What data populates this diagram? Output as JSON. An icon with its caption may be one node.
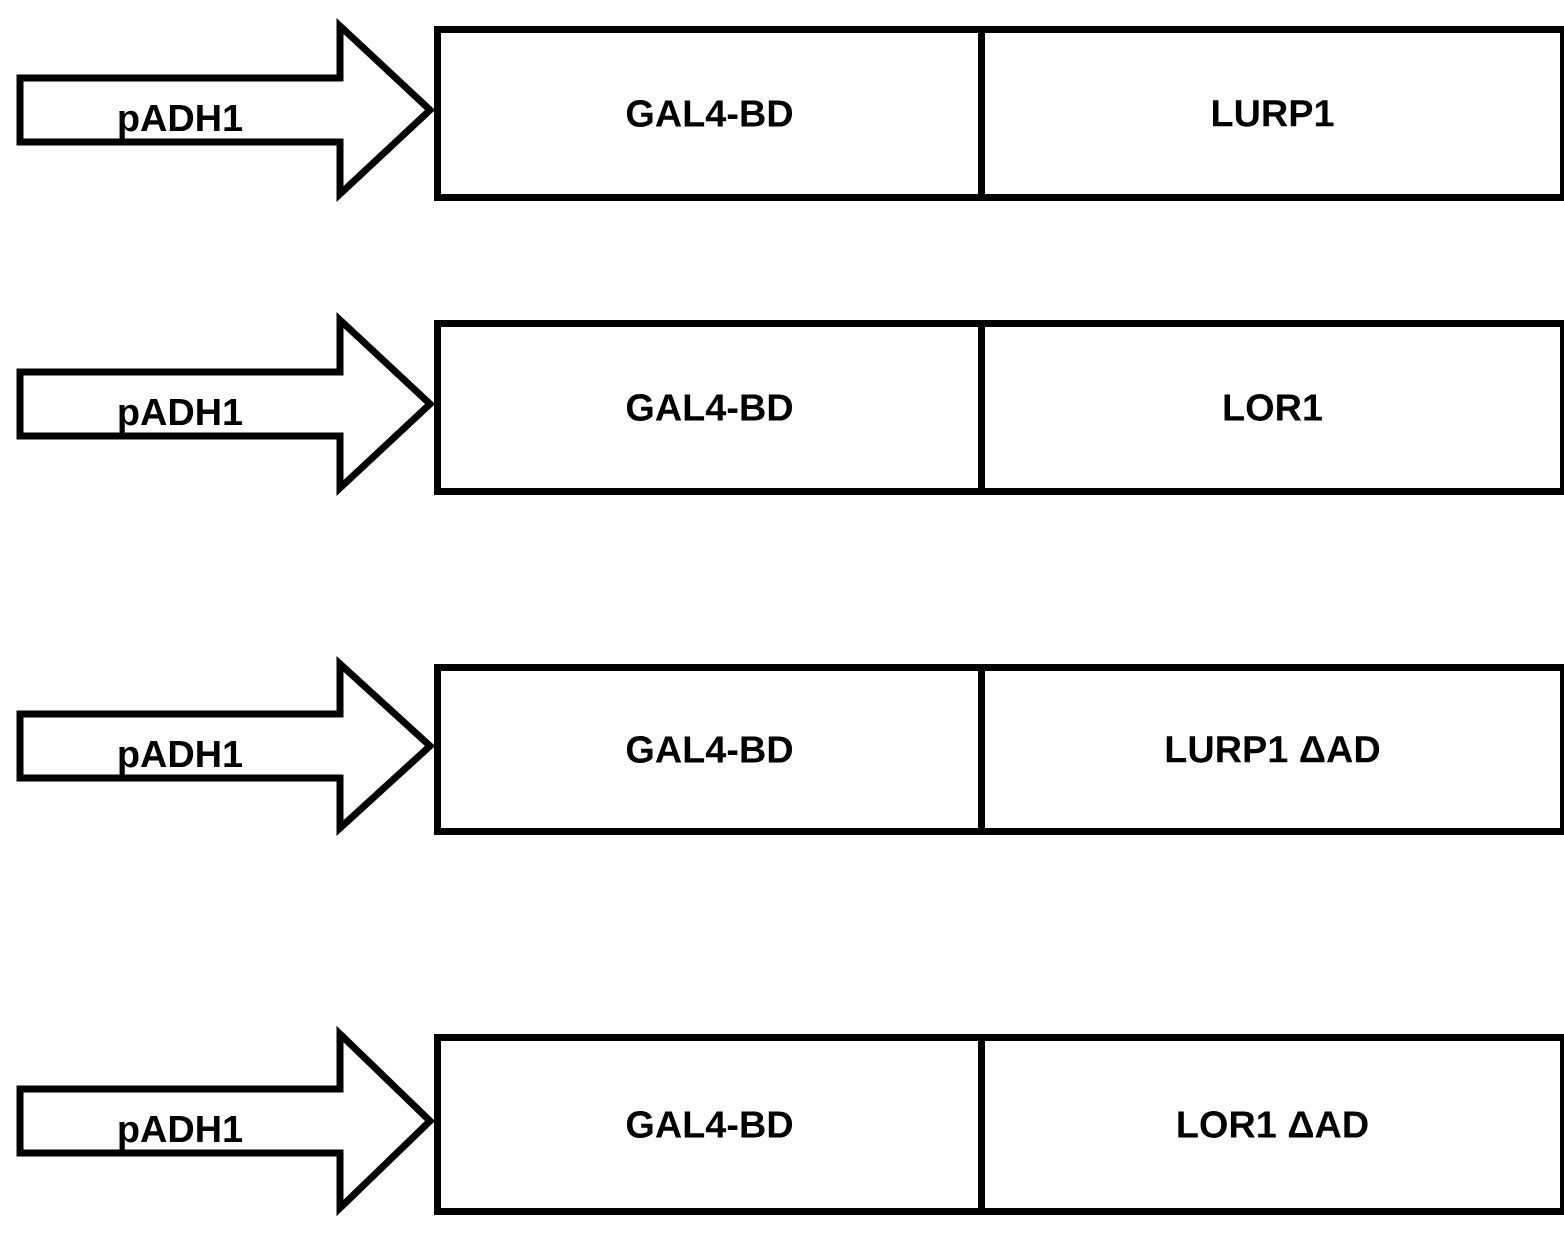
{
  "diagram": {
    "nodes": [
      {
        "text": [
          "pADH1"
        ]
      },
      {
        "text": [
          "GAL4-BD"
        ]
      },
      {
        "text": [
          "LURP1"
        ]
      },
      {
        "text": [
          "pADH1"
        ]
      },
      {
        "text": [
          "GAL4-BD"
        ]
      },
      {
        "text": [
          "LOR1"
        ]
      },
      {
        "text": [
          "pADH1"
        ]
      },
      {
        "text": [
          "GAL4-BD"
        ]
      },
      {
        "text": [
          "LURP1 ΔAD"
        ]
      },
      {
        "text": [
          "pADH1"
        ]
      },
      {
        "text": [
          "GAL4-BD"
        ]
      },
      {
        "text": [
          "LOR1 ΔAD"
        ]
      }
    ]
  }
}
